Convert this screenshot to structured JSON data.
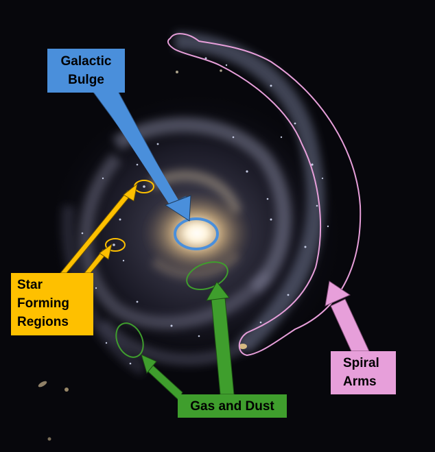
{
  "labels": {
    "galactic_bulge": "Galactic\nBulge",
    "star_forming_regions": "Star\nForming\nRegions",
    "gas_and_dust": "Gas and Dust",
    "spiral_arms": "Spiral\nArms"
  },
  "colors": {
    "background": "#07070c",
    "bulge_blue": "#4a8fdb",
    "star_forming_yellow": "#fec000",
    "gas_dust_green": "#3f9e2d",
    "spiral_pink": "#e79fda"
  }
}
